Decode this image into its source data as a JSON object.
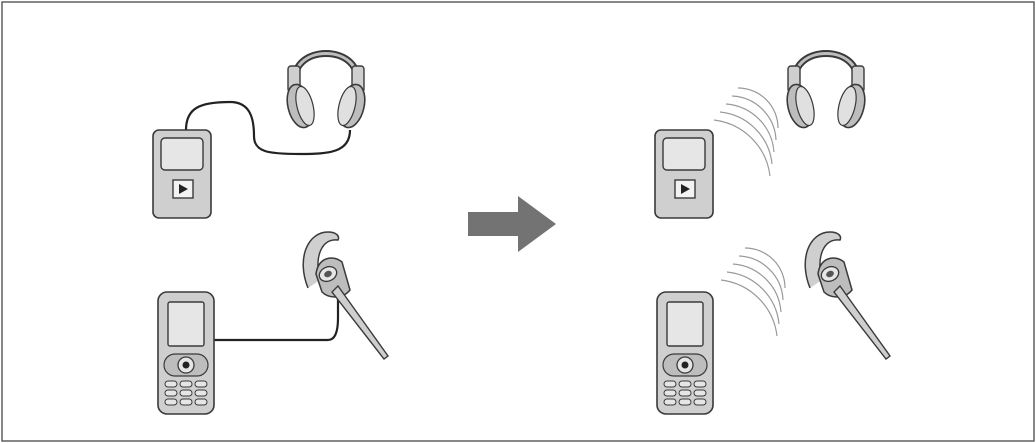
{
  "diagram": {
    "colors": {
      "border": "#555555",
      "device_fill": "#cfcfcf",
      "device_stroke": "#3a3a3a",
      "arrow": "#737373",
      "cable": "#222222",
      "wireless_waves": "#9a9a9a"
    },
    "panels": [
      {
        "id": "wired",
        "devices": [
          "music-player",
          "headphones",
          "mobile-phone",
          "bluetooth-headset"
        ],
        "connection": "cable"
      },
      {
        "id": "wireless",
        "devices": [
          "music-player",
          "headphones",
          "mobile-phone",
          "bluetooth-headset"
        ],
        "connection": "wireless"
      }
    ],
    "transition": "arrow-right"
  }
}
